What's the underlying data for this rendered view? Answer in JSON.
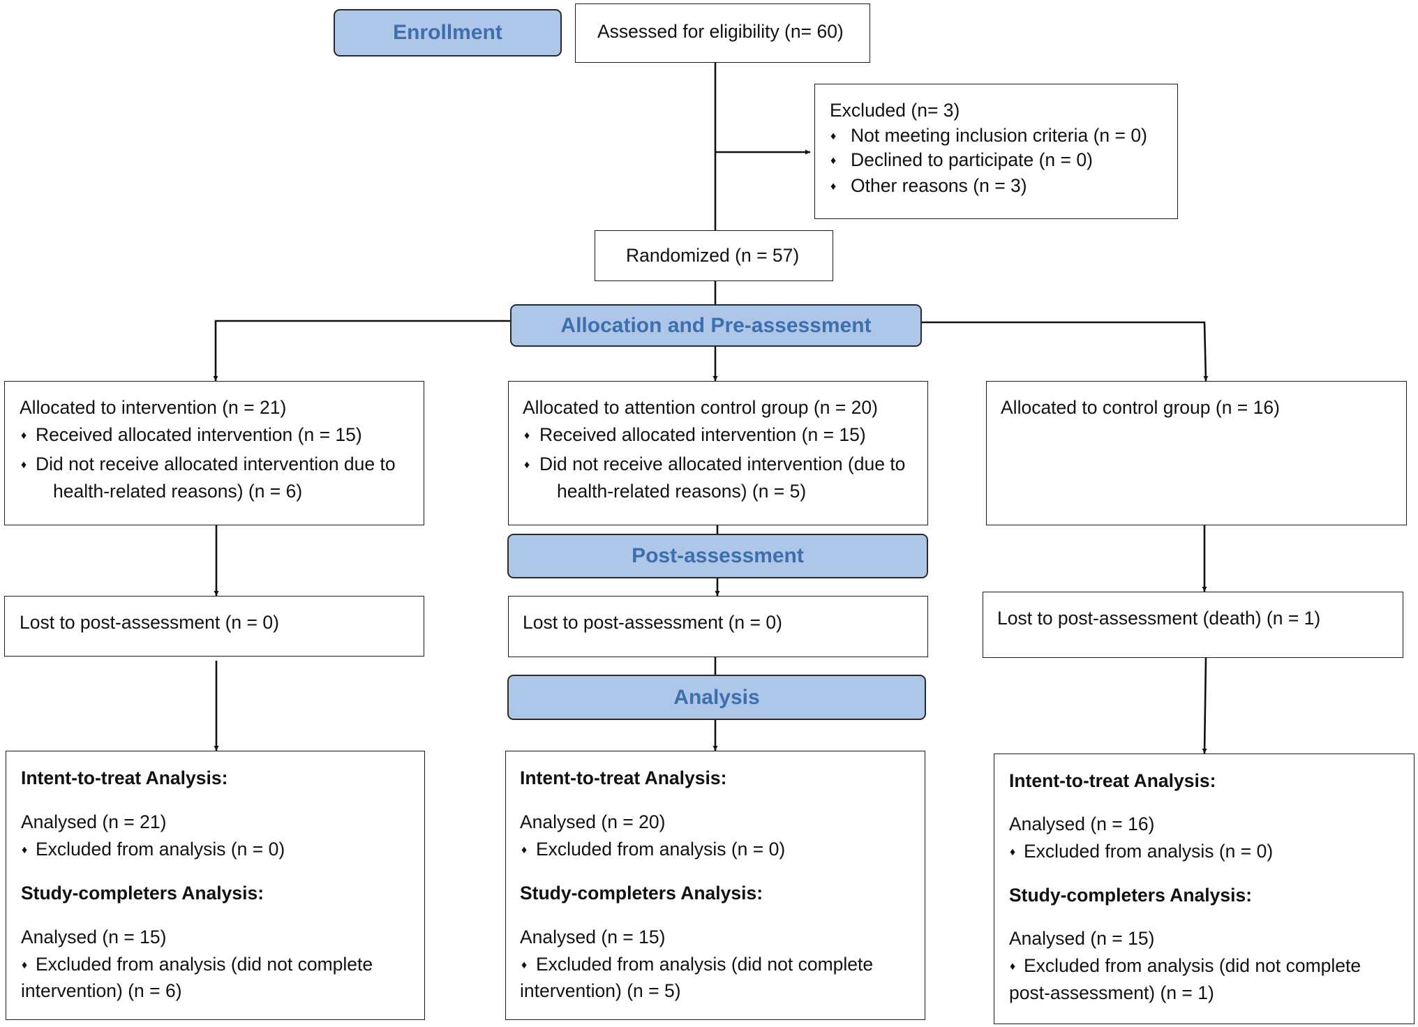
{
  "stages": {
    "enrollment": "Enrollment",
    "allocation": "Allocation and Pre-assessment",
    "post": "Post-assessment",
    "analysis": "Analysis"
  },
  "assessed": "Assessed for eligibility (n= 60)",
  "excluded": {
    "title": "Excluded (n= 3)",
    "items": [
      "Not meeting inclusion criteria (n = 0)",
      "Declined to participate (n = 0)",
      "Other reasons (n = 3)"
    ]
  },
  "randomized": "Randomized (n = 57)",
  "bullet": "♦",
  "intervention": {
    "allocated": "Allocated to intervention (n = 21)",
    "received": "Received allocated intervention (n = 15)",
    "not_received_1": "Did not receive allocated intervention due to",
    "not_received_2": "health-related reasons) (n = 6)",
    "lost": "Lost to post-assessment (n = 0)",
    "itt_heading": "Intent-to-treat Analysis:",
    "itt_analysed": "Analysed (n = 21)",
    "itt_excluded": "Excluded from analysis (n = 0)",
    "sc_heading": "Study-completers Analysis:",
    "sc_analysed": "Analysed (n = 15)",
    "sc_excluded_1": "Excluded from analysis (did not complete",
    "sc_excluded_2": "intervention) (n = 6)"
  },
  "attention": {
    "allocated": "Allocated to attention control group (n = 20)",
    "received": "Received allocated intervention (n = 15)",
    "not_received_1": "Did not receive allocated intervention (due to",
    "not_received_2": "health-related reasons) (n = 5)",
    "lost": "Lost to post-assessment (n = 0)",
    "itt_heading": "Intent-to-treat Analysis:",
    "itt_analysed": "Analysed (n = 20)",
    "itt_excluded": "Excluded from analysis (n = 0)",
    "sc_heading": "Study-completers Analysis:",
    "sc_analysed": "Analysed (n = 15)",
    "sc_excluded_1": "Excluded from analysis (did not complete",
    "sc_excluded_2": "intervention) (n = 5)"
  },
  "control": {
    "allocated": "Allocated to control group (n = 16)",
    "lost": "Lost to post-assessment (death) (n = 1)",
    "itt_heading": "Intent-to-treat Analysis:",
    "itt_analysed": "Analysed (n = 16)",
    "itt_excluded": "Excluded from analysis (n = 0)",
    "sc_heading": "Study-completers Analysis:",
    "sc_analysed": "Analysed (n = 15)",
    "sc_excluded_1": "Excluded from analysis (did not complete",
    "sc_excluded_2": "post-assessment) (n = 1)"
  }
}
